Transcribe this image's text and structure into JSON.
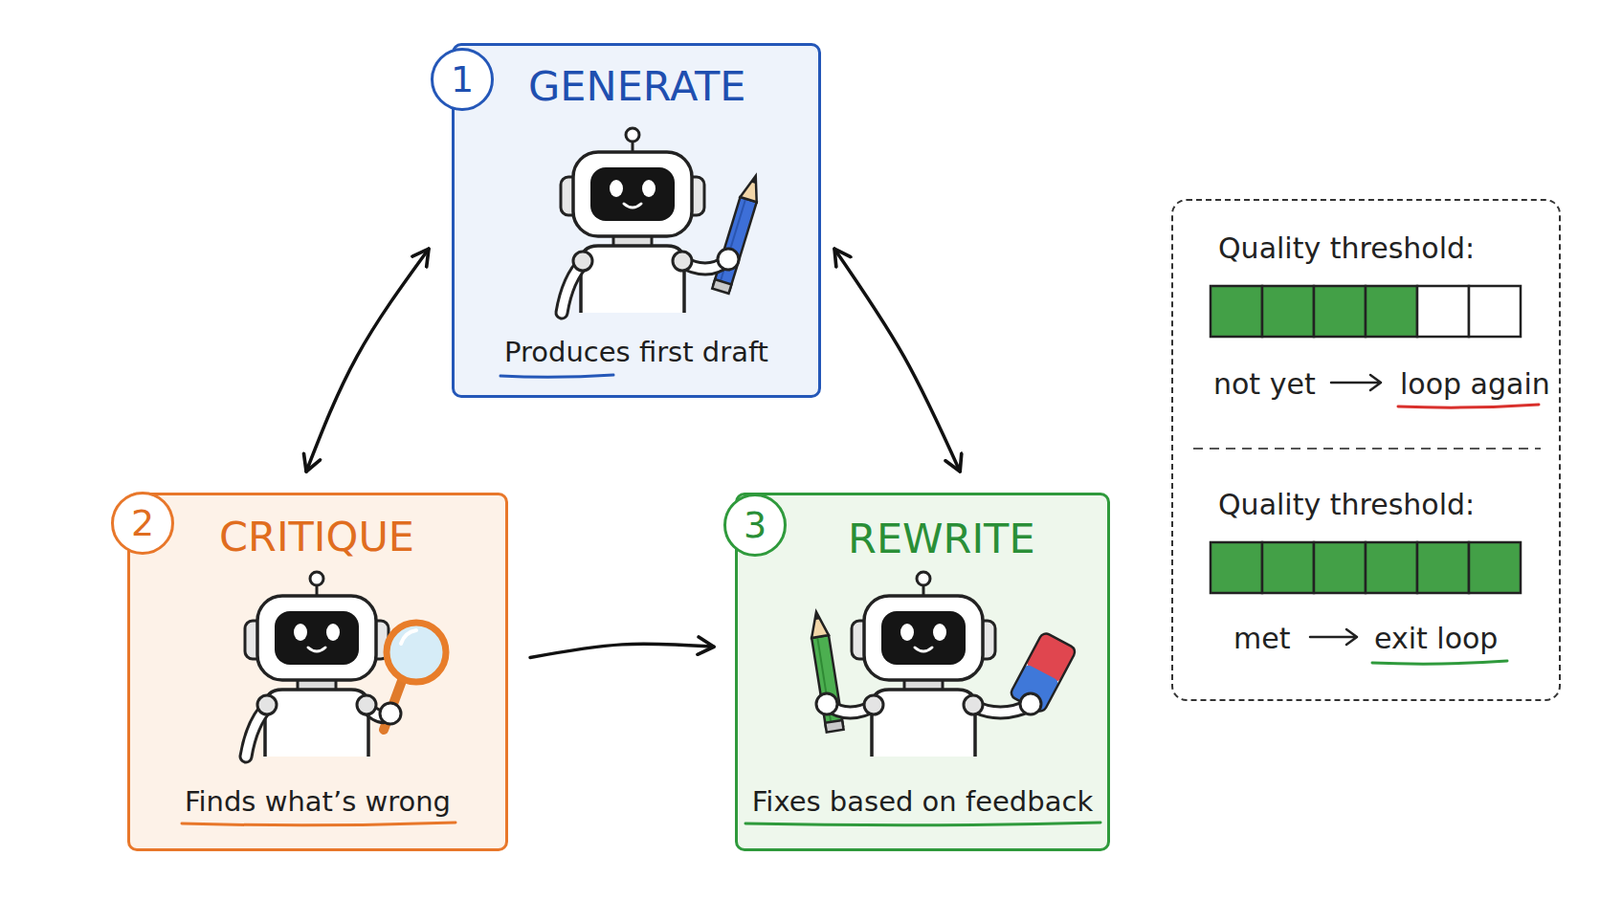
{
  "diagram": {
    "nodes": [
      {
        "text": [
          "1",
          "GENERATE",
          "Produces first draft"
        ]
      },
      {
        "text": [
          "2",
          "CRITIQUE",
          "Finds what’s wrong"
        ]
      },
      {
        "text": [
          "3",
          "REWRITE",
          "Fixes based on feedback"
        ]
      },
      {
        "text": [
          "Quality threshold:",
          "not yet",
          "loop again",
          "Quality threshold:",
          "met",
          "exit loop"
        ]
      }
    ],
    "edges": [
      {
        "from": 0,
        "to": 1,
        "arrow": "both"
      },
      {
        "from": 1,
        "to": 2,
        "arrow": "to"
      },
      {
        "from": 0,
        "to": 2,
        "arrow": "both"
      }
    ]
  }
}
